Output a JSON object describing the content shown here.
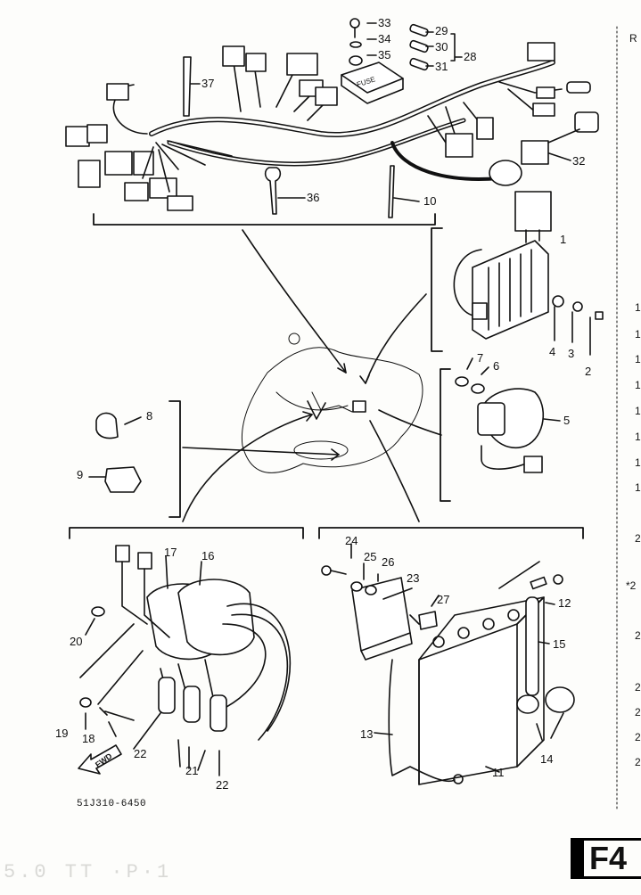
{
  "diagram_code": "51J310-6450",
  "page_badge": "F4",
  "forward_label": "FWD",
  "faint_footer": "5.0 TT  ·P·1",
  "side_column": {
    "header": "R",
    "entries": [
      "1",
      "1",
      "1",
      "1",
      "1",
      "1",
      "1",
      "1",
      "2",
      "*2",
      "2",
      "2",
      "2",
      "2",
      "2"
    ]
  },
  "callouts": [
    {
      "id": "33",
      "text": "33"
    },
    {
      "id": "34",
      "text": "34"
    },
    {
      "id": "35",
      "text": "35"
    },
    {
      "id": "29",
      "text": "29"
    },
    {
      "id": "30",
      "text": "30"
    },
    {
      "id": "31",
      "text": "31"
    },
    {
      "id": "28",
      "text": "28"
    },
    {
      "id": "37",
      "text": "37"
    },
    {
      "id": "32",
      "text": "32"
    },
    {
      "id": "36",
      "text": "36"
    },
    {
      "id": "10",
      "text": "10"
    },
    {
      "id": "1",
      "text": "1"
    },
    {
      "id": "4",
      "text": "4"
    },
    {
      "id": "3",
      "text": "3"
    },
    {
      "id": "2",
      "text": "2"
    },
    {
      "id": "7",
      "text": "7"
    },
    {
      "id": "6",
      "text": "6"
    },
    {
      "id": "5",
      "text": "5"
    },
    {
      "id": "8",
      "text": "8"
    },
    {
      "id": "9",
      "text": "9"
    },
    {
      "id": "17",
      "text": "17"
    },
    {
      "id": "16",
      "text": "16"
    },
    {
      "id": "20",
      "text": "20"
    },
    {
      "id": "19",
      "text": "19"
    },
    {
      "id": "18",
      "text": "18"
    },
    {
      "id": "22a",
      "text": "22"
    },
    {
      "id": "21",
      "text": "21"
    },
    {
      "id": "22b",
      "text": "22"
    },
    {
      "id": "24",
      "text": "24"
    },
    {
      "id": "25",
      "text": "25"
    },
    {
      "id": "26",
      "text": "26"
    },
    {
      "id": "23",
      "text": "23"
    },
    {
      "id": "27",
      "text": "27"
    },
    {
      "id": "12",
      "text": "12"
    },
    {
      "id": "15",
      "text": "15"
    },
    {
      "id": "13",
      "text": "13"
    },
    {
      "id": "11",
      "text": "11"
    },
    {
      "id": "14",
      "text": "14"
    }
  ],
  "fuse_label": "FUSE"
}
